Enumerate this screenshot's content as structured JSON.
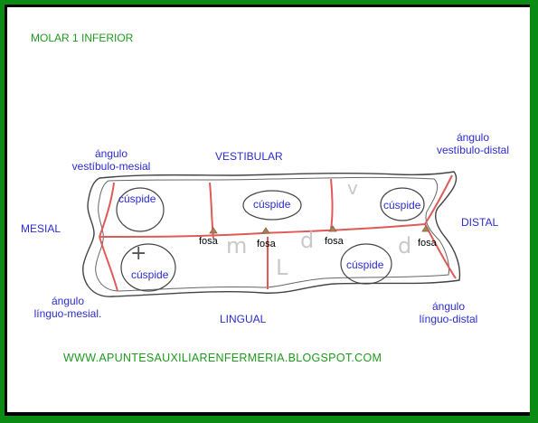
{
  "title": "MOLAR 1 INFERIOR",
  "faces": {
    "vestibular": "VESTIBULAR",
    "lingual": "LINGUAL",
    "mesial": "MESIAL",
    "distal": "DISTAL"
  },
  "angles": {
    "vestibulo_mesial": [
      "ángulo",
      "vestíbulo-mesial"
    ],
    "vestibulo_distal": [
      "ángulo",
      "vestíbulo-distal"
    ],
    "linguo_mesial": [
      "ángulo",
      "línguo-mesial."
    ],
    "linguo_distal": [
      "ángulo",
      "línguo-distal"
    ]
  },
  "cusps": [
    "cúspide",
    "cúspide",
    "cúspide",
    "cúspide",
    "cúspide"
  ],
  "fossae": [
    "fosa",
    "fosa",
    "fosa",
    "fosa"
  ],
  "handwritten": [
    "+",
    "m",
    "d",
    "v",
    "d",
    "L"
  ],
  "website": "WWW.APUNTESAUXILIARENFERMERIA.BLOGSPOT.COM",
  "colors": {
    "border": "#0a8c14",
    "label_blue": "#2b2bd0",
    "title_green": "#1e9a1e",
    "groove_red": "#e05a5a"
  }
}
